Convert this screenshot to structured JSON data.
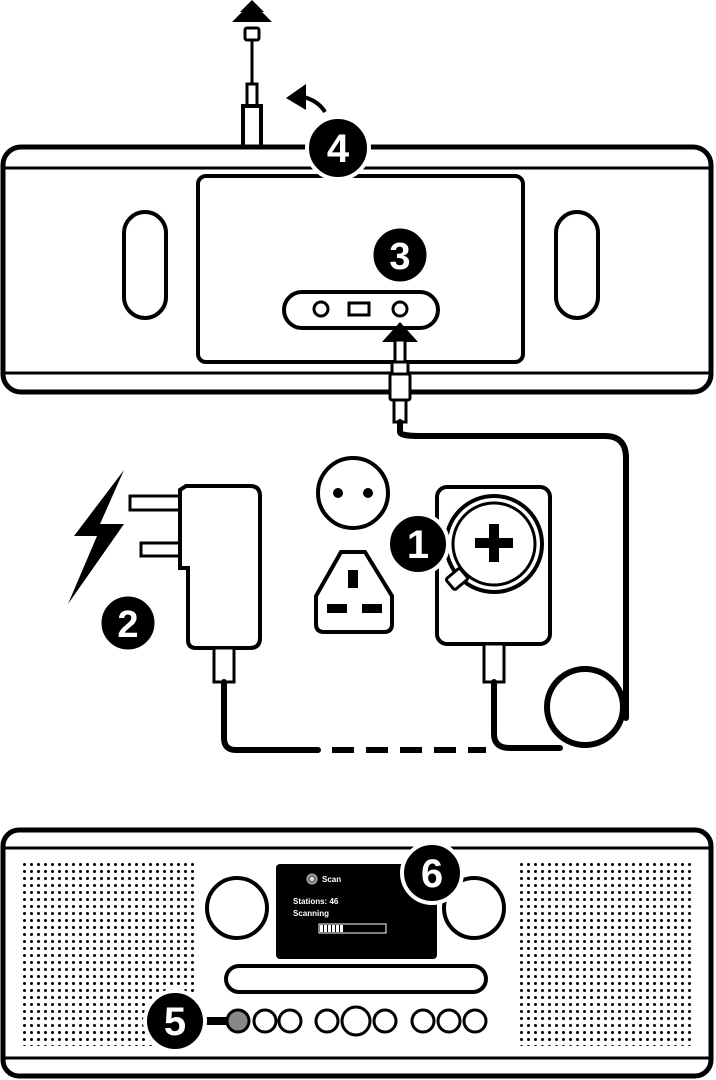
{
  "steps": {
    "step1": "1",
    "step2": "2",
    "step3": "3",
    "step4": "4",
    "step5": "5",
    "step6": "6"
  },
  "display": {
    "title": "Scan",
    "stations": "Stations: 46",
    "status": "Scanning",
    "progress": 0.38
  },
  "colors": {
    "ink": "#000000",
    "paper": "#ffffff"
  },
  "icons": [
    "up-arrow-icon",
    "rotate-arrow-icon",
    "lightning-bolt-icon",
    "plus-icon",
    "scan-icon"
  ]
}
